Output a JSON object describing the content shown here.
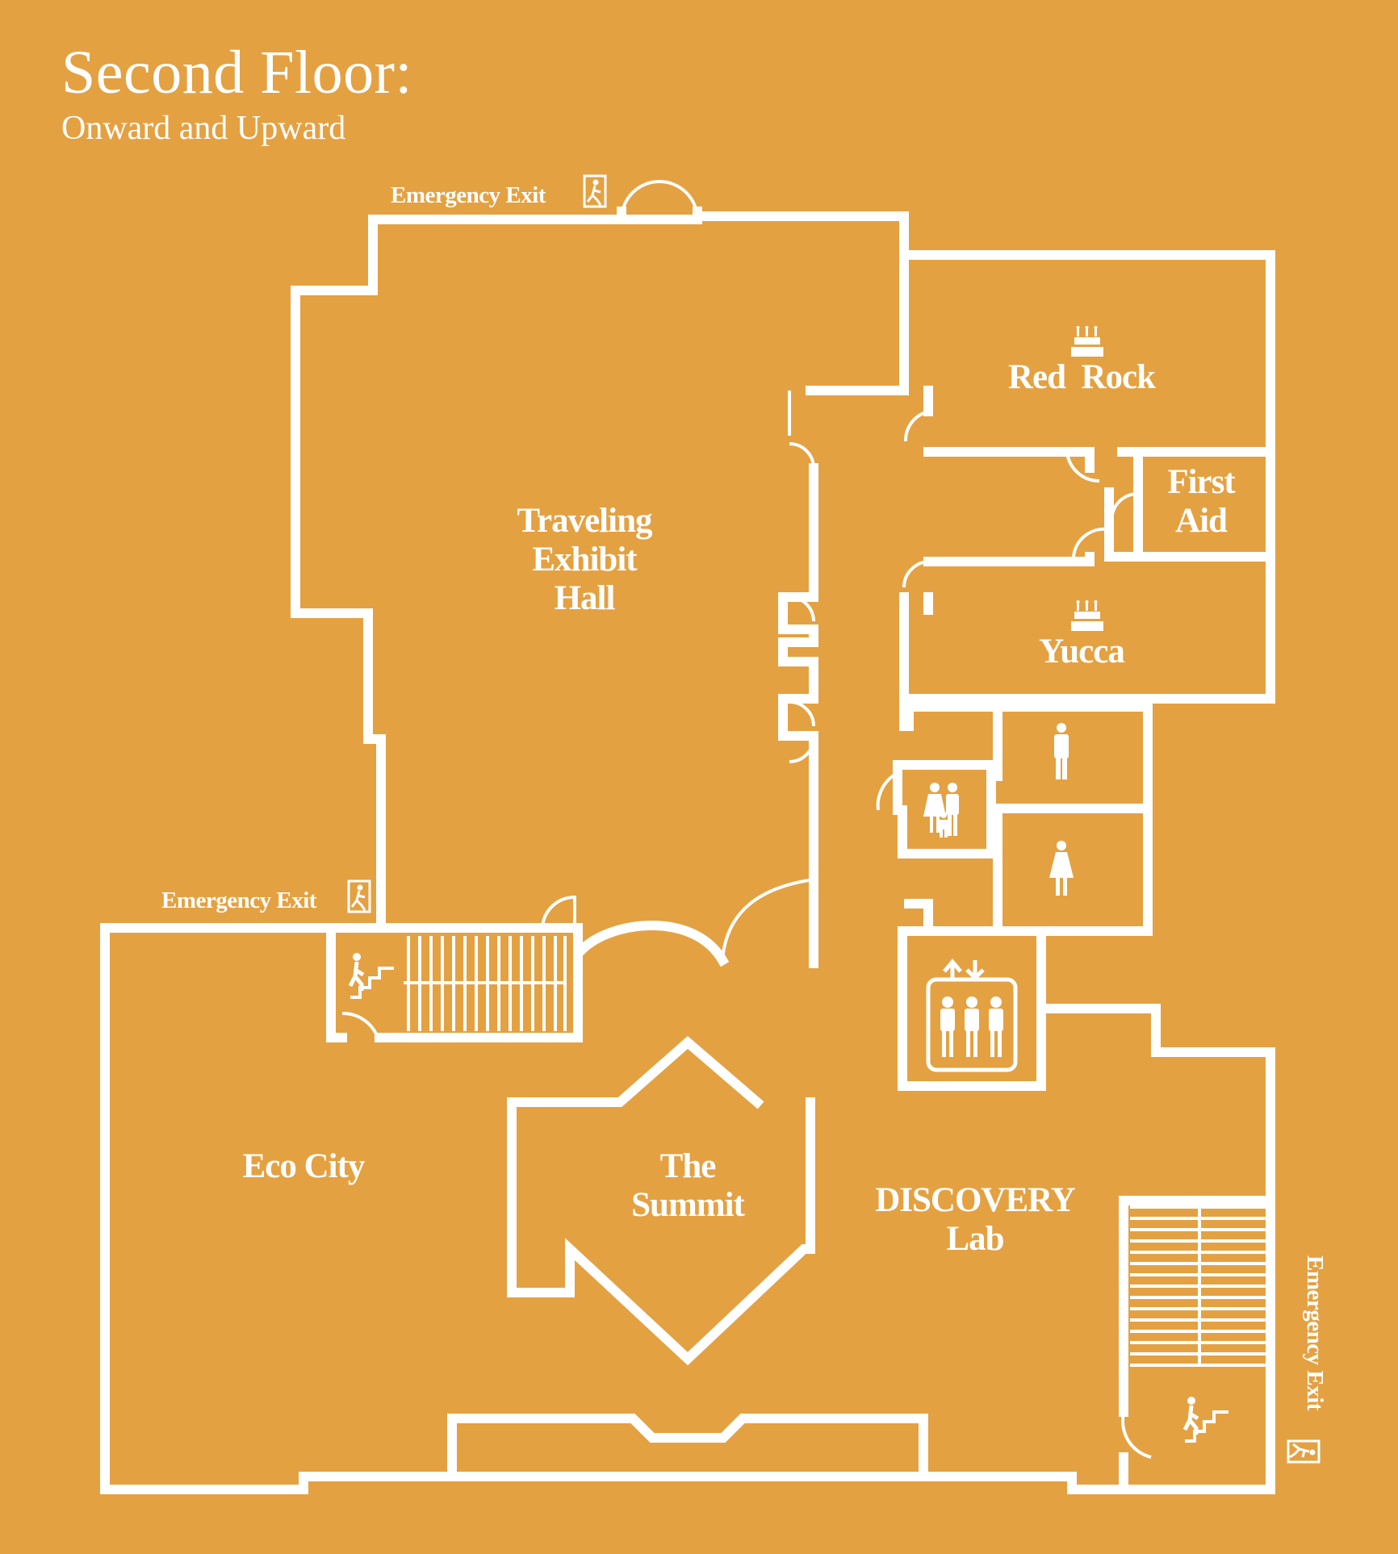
{
  "header": {
    "title": "Second Floor:",
    "subtitle": "Onward and Upward"
  },
  "rooms": {
    "traveling_exhibit_hall": [
      "Traveling",
      "Exhibit",
      "Hall"
    ],
    "red_rock": "Red  Rock",
    "first_aid": [
      "First",
      "Aid"
    ],
    "yucca": "Yucca",
    "eco_city": "Eco City",
    "the_summit": [
      "The",
      "Summit"
    ],
    "discovery_lab": [
      "DISCOVERY",
      "Lab"
    ]
  },
  "exits": {
    "top": "Emergency Exit",
    "left": "Emergency Exit",
    "right": "Emergency Exit"
  },
  "icons": {
    "party": "birthday-cake-icon",
    "restroom_men": "men-restroom-icon",
    "restroom_women": "women-restroom-icon",
    "restroom_family": "family-restroom-icon",
    "elevator": "elevator-icon",
    "stairs": "stairs-icon",
    "exit": "emergency-exit-icon"
  },
  "colors": {
    "background": "#E4A142",
    "lines": "#FFFFFF"
  }
}
